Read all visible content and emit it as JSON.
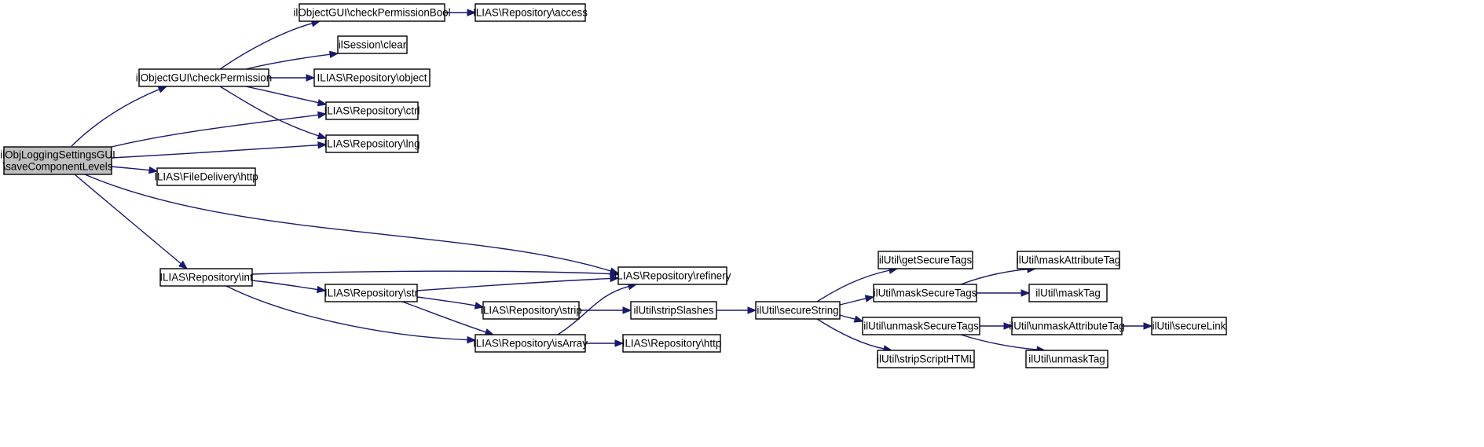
{
  "diagram": {
    "type": "call-graph",
    "colors": {
      "edge": "#191970",
      "node_fill": "#ffffff",
      "root_fill": "#bfbfbf",
      "border": "#000000"
    },
    "nodes": {
      "saveComponentLevels": {
        "lines": [
          "ilObjLoggingSettingsGUI",
          "\\saveComponentLevels"
        ],
        "root": true
      },
      "checkPermission": {
        "lines": [
          "ilObjectGUI\\checkPermission"
        ]
      },
      "checkPermissionBool": {
        "lines": [
          "ilObjectGUI\\checkPermissionBool"
        ]
      },
      "access": {
        "lines": [
          "ILIAS\\Repository\\access"
        ]
      },
      "sessionClear": {
        "lines": [
          "ilSession\\clear"
        ]
      },
      "object": {
        "lines": [
          "ILIAS\\Repository\\object"
        ]
      },
      "ctrl": {
        "lines": [
          "ILIAS\\Repository\\ctrl"
        ]
      },
      "lng": {
        "lines": [
          "ILIAS\\Repository\\lng"
        ]
      },
      "fdHttp": {
        "lines": [
          "ILIAS\\FileDelivery\\http"
        ]
      },
      "int": {
        "lines": [
          "ILIAS\\Repository\\int"
        ]
      },
      "refinery": {
        "lines": [
          "ILIAS\\Repository\\refinery"
        ]
      },
      "str": {
        "lines": [
          "ILIAS\\Repository\\str"
        ]
      },
      "strip": {
        "lines": [
          "ILIAS\\Repository\\strip"
        ]
      },
      "isArray": {
        "lines": [
          "ILIAS\\Repository\\isArray"
        ]
      },
      "repoHttp": {
        "lines": [
          "ILIAS\\Repository\\http"
        ]
      },
      "stripSlashes": {
        "lines": [
          "ilUtil\\stripSlashes"
        ]
      },
      "secureString": {
        "lines": [
          "ilUtil\\secureString"
        ]
      },
      "getSecureTags": {
        "lines": [
          "ilUtil\\getSecureTags"
        ]
      },
      "maskSecureTags": {
        "lines": [
          "ilUtil\\maskSecureTags"
        ]
      },
      "unmaskSecureTags": {
        "lines": [
          "ilUtil\\unmaskSecureTags"
        ]
      },
      "stripScriptHTML": {
        "lines": [
          "ilUtil\\stripScriptHTML"
        ]
      },
      "maskAttributeTag": {
        "lines": [
          "ilUtil\\maskAttributeTag"
        ]
      },
      "maskTag": {
        "lines": [
          "ilUtil\\maskTag"
        ]
      },
      "unmaskAttributeTag": {
        "lines": [
          "ilUtil\\unmaskAttributeTag"
        ]
      },
      "unmaskTag": {
        "lines": [
          "ilUtil\\unmaskTag"
        ]
      },
      "secureLink": {
        "lines": [
          "ilUtil\\secureLink"
        ]
      }
    },
    "edges": [
      [
        "saveComponentLevels",
        "checkPermission"
      ],
      [
        "saveComponentLevels",
        "ctrl"
      ],
      [
        "saveComponentLevels",
        "lng"
      ],
      [
        "saveComponentLevels",
        "fdHttp"
      ],
      [
        "saveComponentLevels",
        "refinery"
      ],
      [
        "saveComponentLevels",
        "int"
      ],
      [
        "checkPermission",
        "checkPermissionBool"
      ],
      [
        "checkPermission",
        "sessionClear"
      ],
      [
        "checkPermission",
        "object"
      ],
      [
        "checkPermission",
        "ctrl"
      ],
      [
        "checkPermission",
        "lng"
      ],
      [
        "checkPermissionBool",
        "access"
      ],
      [
        "int",
        "refinery"
      ],
      [
        "int",
        "str"
      ],
      [
        "int",
        "isArray"
      ],
      [
        "str",
        "refinery"
      ],
      [
        "str",
        "strip"
      ],
      [
        "str",
        "isArray"
      ],
      [
        "isArray",
        "refinery"
      ],
      [
        "isArray",
        "repoHttp"
      ],
      [
        "strip",
        "stripSlashes"
      ],
      [
        "stripSlashes",
        "secureString"
      ],
      [
        "secureString",
        "getSecureTags"
      ],
      [
        "secureString",
        "maskSecureTags"
      ],
      [
        "secureString",
        "unmaskSecureTags"
      ],
      [
        "secureString",
        "stripScriptHTML"
      ],
      [
        "maskSecureTags",
        "maskAttributeTag"
      ],
      [
        "maskSecureTags",
        "maskTag"
      ],
      [
        "unmaskSecureTags",
        "unmaskAttributeTag"
      ],
      [
        "unmaskSecureTags",
        "unmaskTag"
      ],
      [
        "unmaskAttributeTag",
        "secureLink"
      ]
    ]
  }
}
